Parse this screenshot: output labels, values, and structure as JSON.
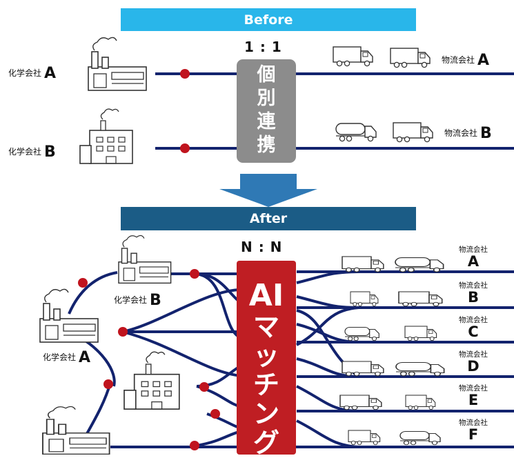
{
  "before": {
    "banner": "Before",
    "ratio": "1 : 1",
    "center_text": [
      "個",
      "別",
      "連",
      "携"
    ],
    "chemical": [
      {
        "text": "化学会社",
        "letter": "A"
      },
      {
        "text": "化学会社",
        "letter": "B"
      }
    ],
    "logistics": [
      {
        "text": "物流会社",
        "letter": "A"
      },
      {
        "text": "物流会社",
        "letter": "B"
      }
    ]
  },
  "after": {
    "banner": "After",
    "ratio": "N : N",
    "center_text": [
      "AI",
      "マ",
      "ッ",
      "チ",
      "ン",
      "グ"
    ],
    "chemical": [
      {
        "text": "化学会社",
        "letter": "B"
      },
      {
        "text": "化学会社",
        "letter": "A"
      }
    ],
    "logistics": [
      {
        "text": "物流会社",
        "letter": "A"
      },
      {
        "text": "物流会社",
        "letter": "B"
      },
      {
        "text": "物流会社",
        "letter": "C"
      },
      {
        "text": "物流会社",
        "letter": "D"
      },
      {
        "text": "物流会社",
        "letter": "E"
      },
      {
        "text": "物流会社",
        "letter": "F"
      }
    ]
  },
  "colors": {
    "before_banner": "#29b6ea",
    "after_banner": "#1b5c86",
    "line": "#13236e",
    "node": "#c0141e",
    "before_box": "#8c8c8c",
    "ai_box": "#bf1e23",
    "arrow": "#2f79b5"
  }
}
